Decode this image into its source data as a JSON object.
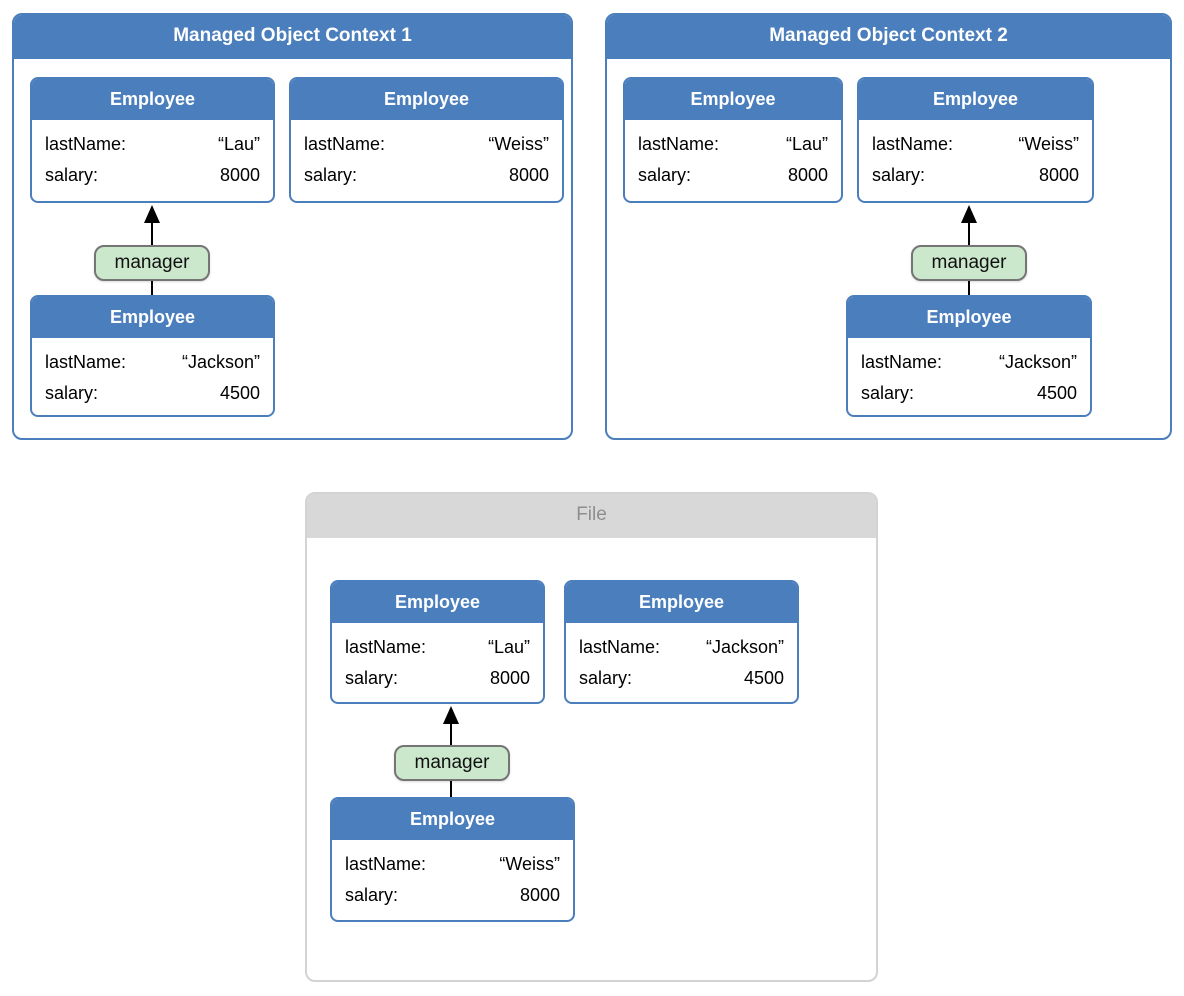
{
  "diagram": {
    "description": "Core Data style diagram showing two managed object contexts and a persistent file, each containing Employee objects with a manager relationship arrow",
    "colors": {
      "blue": "#4a7ebc",
      "employee_body_bg": "#ffffff",
      "pill_green_fill": "#cbe7cc",
      "pill_green_border": "#757575",
      "file_header_bg": "#d8d8d8",
      "file_header_text": "#8e8e8e",
      "file_border": "#d3d3d3",
      "arrow": "#000000"
    },
    "contexts": [
      {
        "title": "Managed Object Context 1",
        "employees": [
          {
            "title": "Employee",
            "attrs": [
              {
                "label": "lastName:",
                "value": "“Lau”"
              },
              {
                "label": "salary:",
                "value": "8000"
              }
            ]
          },
          {
            "title": "Employee",
            "attrs": [
              {
                "label": "lastName:",
                "value": "“Weiss”"
              },
              {
                "label": "salary:",
                "value": "8000"
              }
            ]
          },
          {
            "title": "Employee",
            "attrs": [
              {
                "label": "lastName:",
                "value": "“Jackson”"
              },
              {
                "label": "salary:",
                "value": "4500"
              }
            ]
          }
        ],
        "relationship": {
          "label": "manager",
          "from_employee": "Jackson",
          "to_employee": "Lau",
          "direction": "up"
        }
      },
      {
        "title": "Managed Object Context 2",
        "employees": [
          {
            "title": "Employee",
            "attrs": [
              {
                "label": "lastName:",
                "value": "“Lau”"
              },
              {
                "label": "salary:",
                "value": "8000"
              }
            ]
          },
          {
            "title": "Employee",
            "attrs": [
              {
                "label": "lastName:",
                "value": "“Weiss”"
              },
              {
                "label": "salary:",
                "value": "8000"
              }
            ]
          },
          {
            "title": "Employee",
            "attrs": [
              {
                "label": "lastName:",
                "value": "“Jackson”"
              },
              {
                "label": "salary:",
                "value": "4500"
              }
            ]
          }
        ],
        "relationship": {
          "label": "manager",
          "from_employee": "Jackson",
          "to_employee": "Weiss",
          "direction": "up"
        }
      },
      {
        "title": "File",
        "employees": [
          {
            "title": "Employee",
            "attrs": [
              {
                "label": "lastName:",
                "value": "“Lau”"
              },
              {
                "label": "salary:",
                "value": "8000"
              }
            ]
          },
          {
            "title": "Employee",
            "attrs": [
              {
                "label": "lastName:",
                "value": "“Jackson”"
              },
              {
                "label": "salary:",
                "value": "4500"
              }
            ]
          },
          {
            "title": "Employee",
            "attrs": [
              {
                "label": "lastName:",
                "value": "“Weiss”"
              },
              {
                "label": "salary:",
                "value": "8000"
              }
            ]
          }
        ],
        "relationship": {
          "label": "manager",
          "from_employee": "Weiss",
          "to_employee": "Lau",
          "direction": "up"
        }
      }
    ]
  }
}
